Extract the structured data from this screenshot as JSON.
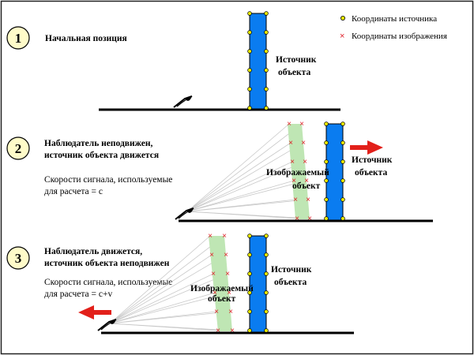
{
  "legend": {
    "source_coords": "Координаты источника",
    "image_coords": "Координаты изображения"
  },
  "panels": [
    {
      "number": "1",
      "title_line1": "Начальная позиция",
      "source_label_line1": "Источник",
      "source_label_line2": "объекта"
    },
    {
      "number": "2",
      "title_line1": "Наблюдатель неподвижен,",
      "title_line2": "источник объекта движется",
      "note_line1": "Скорости сигнала, используемые",
      "note_line2": "для расчета = c",
      "image_label_line1": "Изображаемый",
      "image_label_line2": "объект",
      "source_label_line1": "Источник",
      "source_label_line2": "объекта"
    },
    {
      "number": "3",
      "title_line1": "Наблюдатель движется,",
      "title_line2": "источник объекта неподвижен",
      "note_line1": "Скорости сигнала, используемые",
      "note_line2": "для расчета = c+v",
      "image_label_line1": "Изображаемый",
      "image_label_line2": "объект",
      "source_label_line1": "Источник",
      "source_label_line2": "объекта"
    }
  ],
  "colors": {
    "source_bar": "#0a7cf0",
    "image_bar": "#bfe6b4",
    "arrow": "#e2201a",
    "circle_badge": "#fffbc9",
    "vertex_dot": "#e8e800",
    "image_mark": "#e0202a",
    "ray": "#c8c8c8"
  },
  "icons": {
    "observer": "eye-observer-icon",
    "motion": "red-arrow-icon"
  }
}
